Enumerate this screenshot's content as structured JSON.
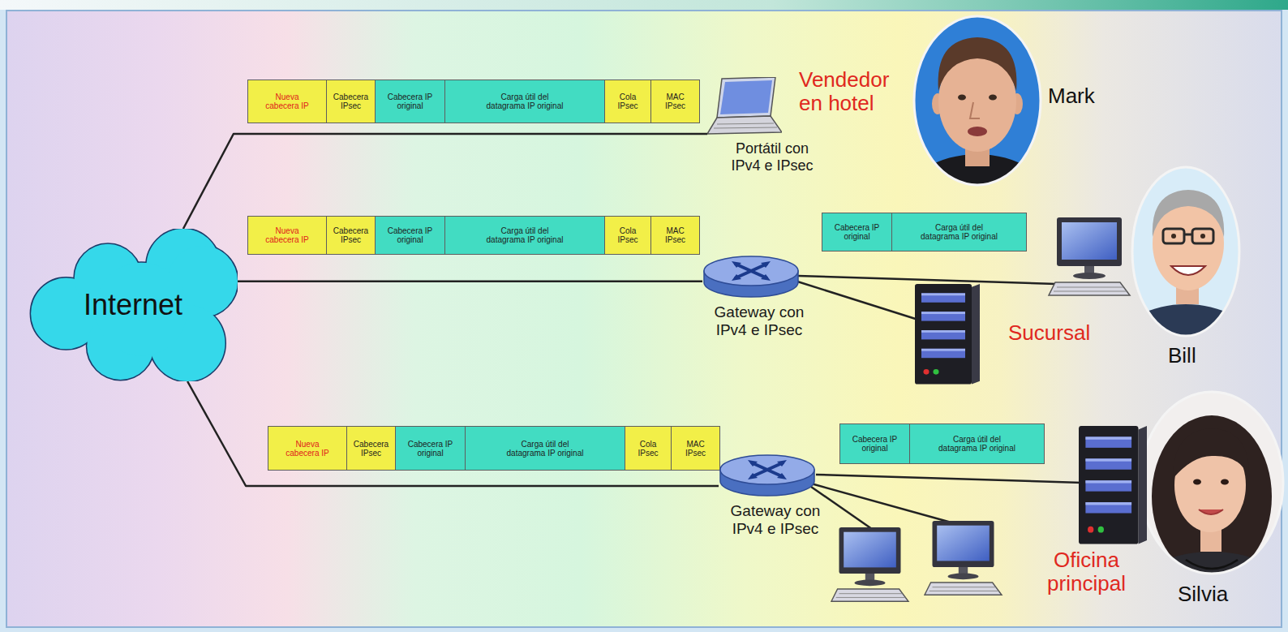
{
  "diagram": {
    "nodes": [
      {
        "text": [
          "Internet"
        ]
      },
      {
        "text": [
          "Nueva cabecera IP"
        ]
      },
      {
        "text": [
          "Cabecera IPsec"
        ]
      },
      {
        "text": [
          "Cabecera IP original"
        ]
      },
      {
        "text": [
          "Carga útil del datagrama IP original"
        ]
      },
      {
        "text": [
          "Cola IPsec"
        ]
      },
      {
        "text": [
          "MAC IPsec"
        ]
      },
      {
        "text": [
          "Portátil con IPv4 e IPsec"
        ]
      },
      {
        "text": [
          "Nueva cabecera IP"
        ]
      },
      {
        "text": [
          "Cabecera IPsec"
        ]
      },
      {
        "text": [
          "Cabecera IP original"
        ]
      },
      {
        "text": [
          "Carga útil del datagrama IP original"
        ]
      },
      {
        "text": [
          "Cola IPsec"
        ]
      },
      {
        "text": [
          "MAC IPsec"
        ]
      },
      {
        "text": [
          "Cabecera IP original"
        ]
      },
      {
        "text": [
          "Carga útil del datagrama IP original"
        ]
      },
      {
        "text": [
          "Gateway con IPv4 e IPsec"
        ]
      },
      {
        "text": [
          "Nueva cabecera IP"
        ]
      },
      {
        "text": [
          "Cabecera IPsec"
        ]
      },
      {
        "text": [
          "Cabecera IP original"
        ]
      },
      {
        "text": [
          "Carga útil del datagrama IP original"
        ]
      },
      {
        "text": [
          "Cola IPsec"
        ]
      },
      {
        "text": [
          "MAC IPsec"
        ]
      },
      {
        "text": [
          "Cabecera IP original"
        ]
      },
      {
        "text": [
          "Carga útil del datagrama IP original"
        ]
      },
      {
        "text": [
          "Gateway con IPv4 e IPsec"
        ]
      }
    ],
    "edges": [
      {
        "from": 0,
        "to": 7,
        "arrow": "none"
      },
      {
        "from": 0,
        "to": 16,
        "arrow": "none"
      },
      {
        "from": 0,
        "to": 25,
        "arrow": "none"
      }
    ],
    "labels": [
      "Vendedor en hotel",
      "Mark",
      "Sucursal",
      "Bill",
      "Oficina principal",
      "Silvia"
    ]
  }
}
